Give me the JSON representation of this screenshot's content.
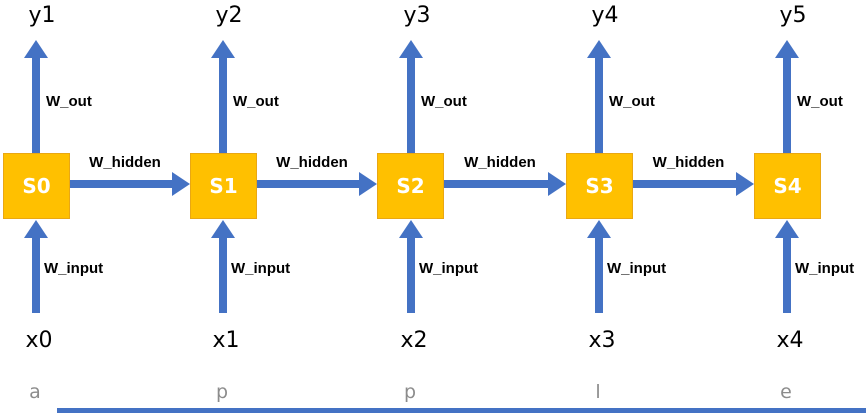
{
  "diagram": {
    "colors": {
      "arrow_blue": "#4472C4",
      "state_fill": "#FFC000",
      "state_border": "#E9A713",
      "char_gray": "#8C8C8C",
      "label_black": "#000000",
      "state_text_white": "#FFFFFF"
    },
    "weight_labels": {
      "output": "W_out",
      "hidden": "W_hidden",
      "input": "W_input"
    },
    "columns": [
      {
        "output": "y1",
        "state": "S0",
        "input": "x0",
        "char": "a"
      },
      {
        "output": "y2",
        "state": "S1",
        "input": "x1",
        "char": "p"
      },
      {
        "output": "y3",
        "state": "S2",
        "input": "x2",
        "char": "p"
      },
      {
        "output": "y4",
        "state": "S3",
        "input": "x3",
        "char": "l"
      },
      {
        "output": "y5",
        "state": "S4",
        "input": "x4",
        "char": "e"
      }
    ]
  }
}
